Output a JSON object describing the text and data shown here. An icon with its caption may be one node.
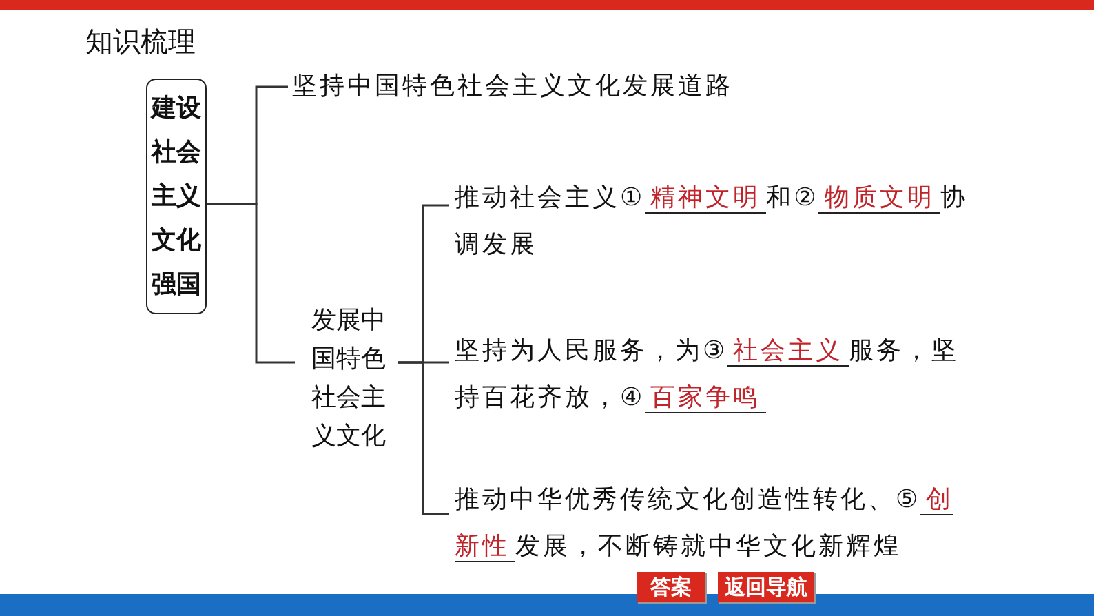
{
  "diagram": {
    "title": "知识梳理",
    "nodes": [
      {
        "text": [
          "建设社会主义文化强国"
        ]
      },
      {
        "text": [
          "坚持中国特色社会主义文化发展道路"
        ]
      },
      {
        "text": [
          "发展中国特色社会主义文化"
        ]
      },
      {
        "text": [
          "推动社会主义①",
          "精神文明",
          "和②",
          "物质文明",
          "协调发展"
        ]
      },
      {
        "text": [
          "坚持为人民服务，为③",
          "社会主义",
          "服务，坚持百花齐放，④",
          "百家争鸣"
        ]
      },
      {
        "text": [
          "推动中华优秀传统文化创造性转化、⑤",
          "创新性",
          "发展，不断铸就中华文化新辉煌"
        ]
      }
    ],
    "edges": [
      {
        "from": 0,
        "to": 1,
        "arrow": "none"
      },
      {
        "from": 0,
        "to": 2,
        "arrow": "none"
      },
      {
        "from": 2,
        "to": 3,
        "arrow": "none"
      },
      {
        "from": 2,
        "to": 4,
        "arrow": "none"
      },
      {
        "from": 2,
        "to": 5,
        "arrow": "none"
      }
    ],
    "labels": [
      "答案",
      "返回导航"
    ]
  }
}
